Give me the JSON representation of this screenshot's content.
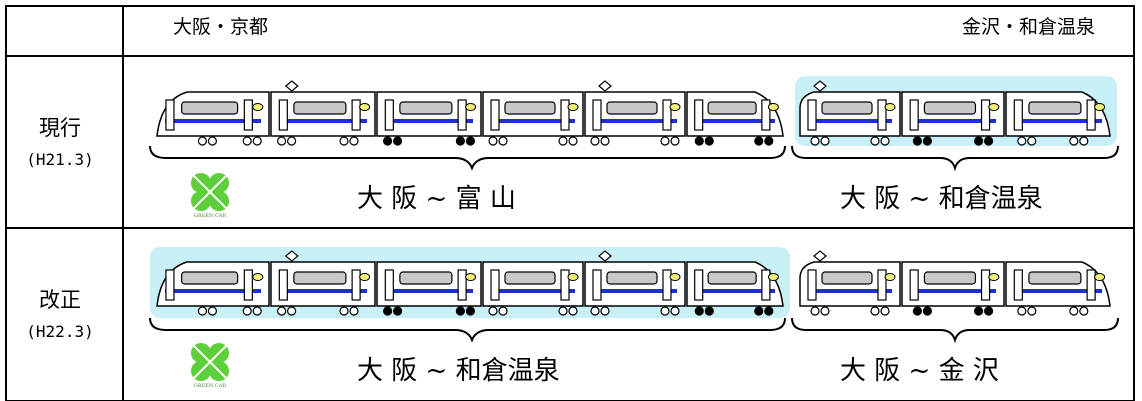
{
  "header": {
    "left_terminal": "大阪・京都",
    "right_terminal": "金沢・和倉温泉"
  },
  "rows": [
    {
      "label": "現行",
      "sub": "(H21.3)",
      "left_route": "大 阪 ~ 富 山",
      "right_route": "大 阪 ~ 和倉温泉",
      "green_car_text": "GREEN CAR"
    },
    {
      "label": "改正",
      "sub": "(H22.3)",
      "left_route": "大 阪 ~ 和倉温泉",
      "right_route": "大 阪 ~ 金 沢",
      "green_car_text": "GREEN CAR"
    }
  ],
  "colors": {
    "highlight": "#c9f0f6",
    "stripe": "#1f2fd0",
    "window_fill": "#c8c8c8",
    "green_clover": "#5ccf3a"
  }
}
